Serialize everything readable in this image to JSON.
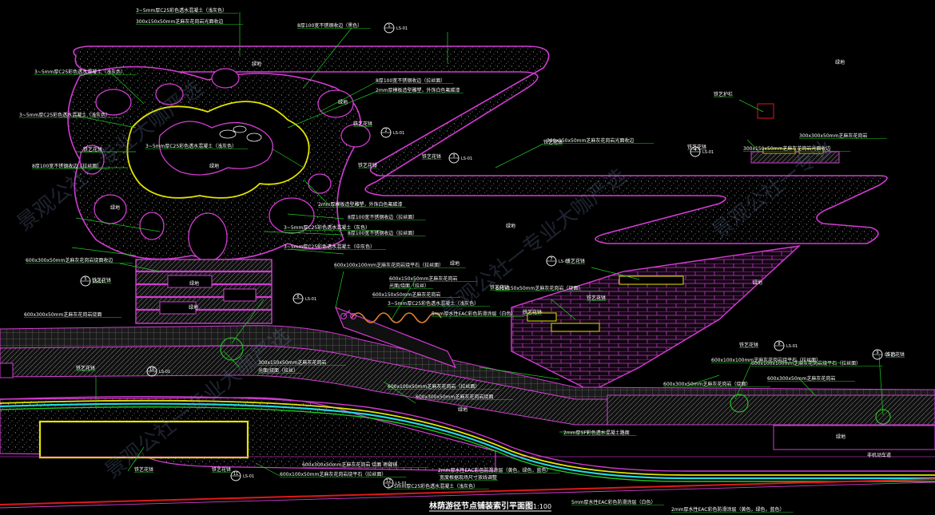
{
  "title": "林荫游径节点铺装索引平面图",
  "scale": "1:100",
  "zones": [
    "绿地",
    "绿地",
    "绿地",
    "绿地",
    "绿地",
    "绿地",
    "绿地",
    "绿地",
    "绿地",
    "绿地",
    "绿地",
    "绿地"
  ],
  "road_label": "非机动车道",
  "annotations": [
    "3~5mm厚C25彩色透水混凝土（浅灰色）",
    "300x150x50mm芝麻灰花岗岩光面收边",
    "8厚100宽不锈钢收边（黑色）",
    "3~5mm厚C25彩色透水混凝土（浅灰色）",
    "8厚100宽不锈钢收边（拉丝面）",
    "2mm厚模板造型雕塑，外饰白色氟碳漆",
    "3~5mm厚C25彩色透水混凝土（浅灰色）",
    "3~5mm厚C25彩色透水混凝土（浅灰色）",
    "300x150x50mm芝麻灰花岗岩光面收边",
    "8厚100宽不锈钢收边（拉丝面）",
    "2mm厚模板造型雕塑，外饰白色氟碳漆",
    "8厚100宽不锈钢收边（拉丝面）",
    "3~5mm厚C25彩色透水混凝土（灰色）",
    "8厚100宽不锈钢收边（拉丝面）",
    "3~5mm厚C25彩色透水混凝土（中灰色）",
    "600x300x50mm芝麻灰花岗岩烧面收边",
    "600x300x50mm芝麻灰花岗岩烧面",
    "600x100x100mm芝麻灰花岗岩烧平石（拉丝面）",
    "600x150x50mm芝麻灰花岗岩",
    "光面/烧面（拉丝）",
    "600x150x50mm芝麻灰花岗岩",
    "3~5mm厚C25彩色透水混凝土（浅灰色）",
    "5mm厚水性EAC彩色防滑涂层（白色）",
    "600x150x50mm芝麻灰花岗岩（烧面）",
    "300x150x50mm芝麻灰花岗岩",
    "光面/烧面（拉丝）",
    "600x100x50mm芝麻灰花岗岩（拉丝面）",
    "600x300x50mm芝麻灰花岗岩烧面",
    "600x300x50mm芝麻灰花岗岩（烧面）",
    "600x100x100mm芝麻灰花岗岩烧平石（拉丝面）",
    "600x300x50mm芝麻灰花岗岩",
    "600x100x100mm芝麻灰花岗岩烧平石（拉丝面）",
    "2mm厚SF彩色透水混凝土路面",
    "600x300x50mm芝麻灰花岗岩 烧面  密缝铺",
    "600x100x50mm芝麻灰花岗岩烧平石（拉丝面）",
    "2mm厚水性EAC彩色防滑涂层（黄色，绿色，蓝色）",
    "宽度根据现场尺寸放线调整",
    "2mm厚水性EAC彩色防滑涂层（黄色，绿色，蓝色）",
    "5mm厚水性EAC彩色防滑涂层（白色）",
    "3~5mm厚C25彩色透水混凝土（浅灰色）",
    "300x300x50mm芝麻灰花岗岩",
    "300x150x50mm芝麻灰花岗岩光面收边",
    "铁艺护栏",
    "铁艺花钵",
    "铁艺花钵",
    "铁艺花钵",
    "铁艺花钵",
    "铁艺花钵",
    "铁艺花钵",
    "铁艺花钵",
    "铁艺花钵",
    "铁艺花钵",
    "铁艺花钵",
    "铁艺花钵",
    "铁艺花钵",
    "铁艺花钵",
    "铁艺花钵",
    "铁艺花钵",
    "铁艺花钵"
  ],
  "callouts": [
    {
      "num": "1",
      "ref": "LS-01"
    },
    {
      "num": "2",
      "ref": "LS-01"
    },
    {
      "num": "3",
      "ref": "LS-01"
    },
    {
      "num": "4",
      "ref": "LS-01"
    },
    {
      "num": "5",
      "ref": "LS-01"
    },
    {
      "num": "6",
      "ref": "LS-01"
    },
    {
      "num": "7",
      "ref": "LS-01"
    },
    {
      "num": "8",
      "ref": "LS-01"
    },
    {
      "num": "9",
      "ref": "LS-01"
    },
    {
      "num": "10",
      "ref": "LS-01"
    },
    {
      "num": "11",
      "ref": "LS-01"
    },
    {
      "num": "12",
      "ref": "LS-01"
    }
  ],
  "watermark": [
    "景观公社一专业大咖严选",
    "景观公社一专业大咖严选",
    "景观公社一专业大咖严选",
    "景观公社一专业"
  ],
  "colors": {
    "magenta": "#d23cd2",
    "green": "#22cc22",
    "yellow": "#e4e400",
    "cyan": "#22d8e0",
    "red": "#e01818",
    "white": "#ffffff"
  }
}
